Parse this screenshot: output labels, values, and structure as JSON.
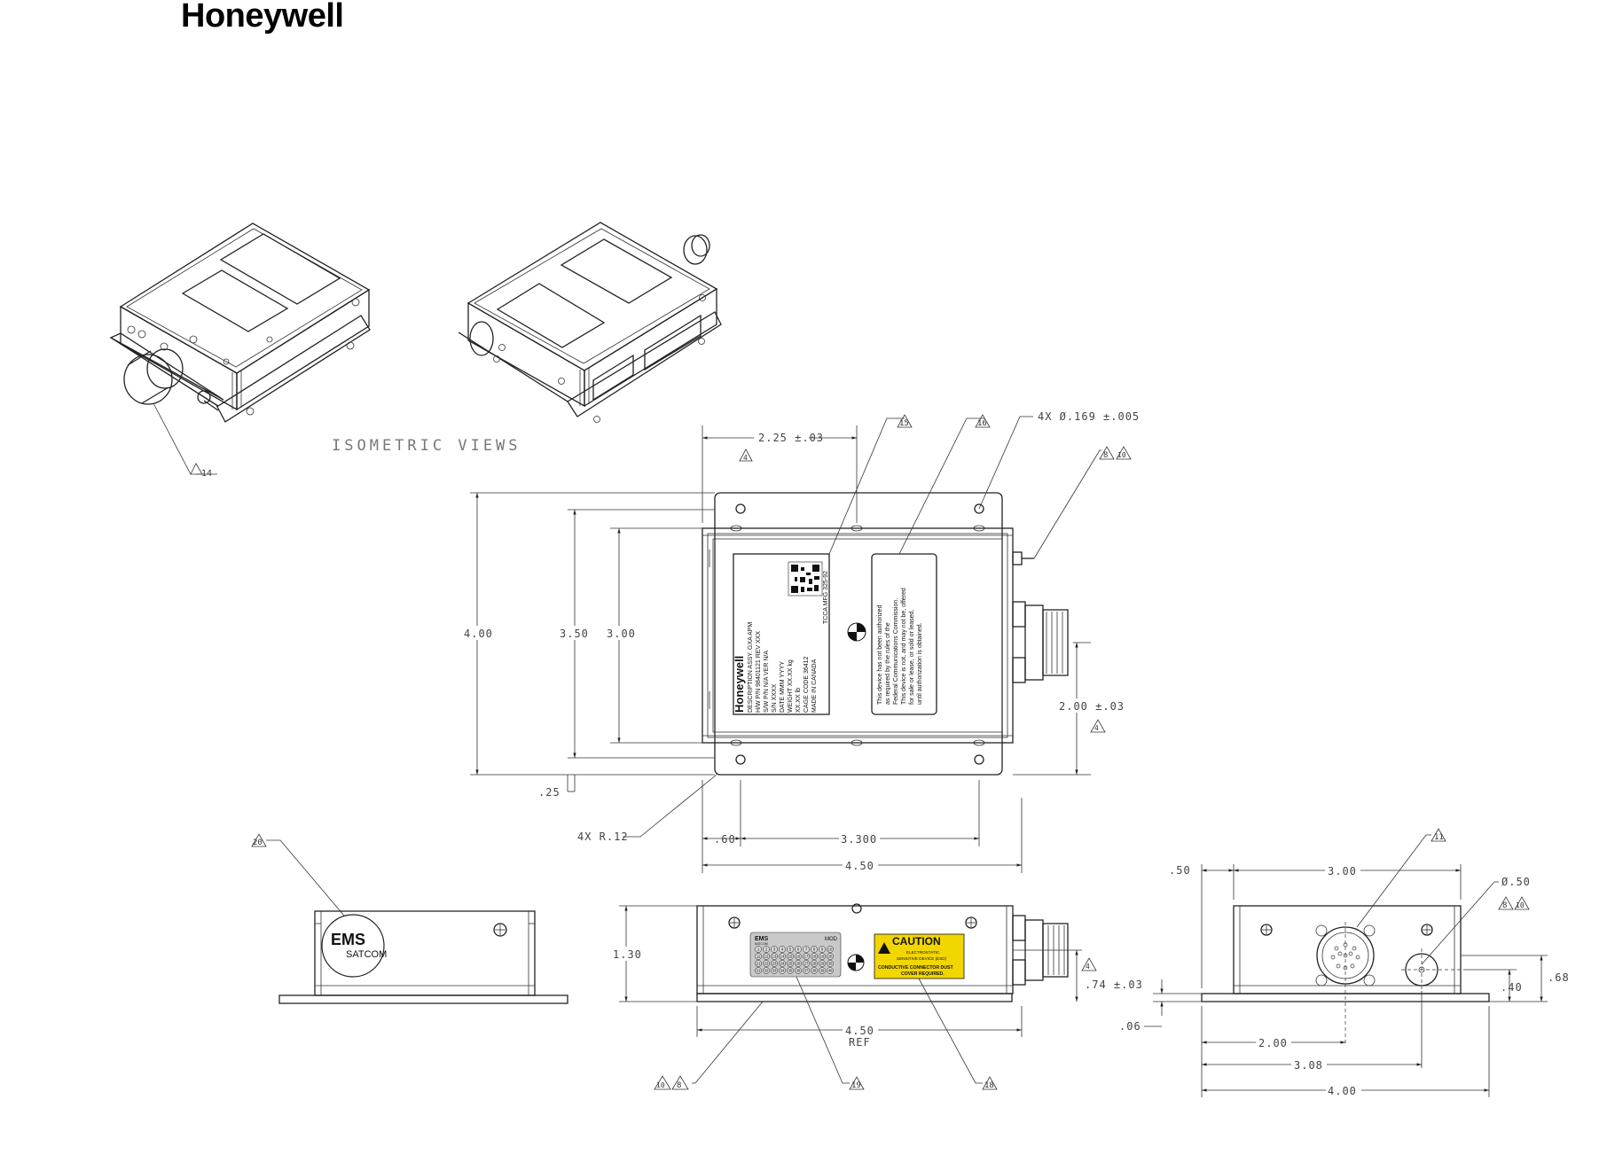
{
  "brand": {
    "logo_text": "Honeywell"
  },
  "views": {
    "isometric_title": "ISOMETRIC VIEWS"
  },
  "dimensions": {
    "d1": "2.25 ±.03",
    "d2": "4X  Ø.169 ±.005",
    "d3": "4.00",
    "d4": "3.50",
    "d5": "3.00",
    "d6": "2.00 ±.03",
    "d7": ".25",
    "d8": "4X R.12",
    "d9": ".60",
    "d10": "3.300",
    "d11": "4.50",
    "d12": "1.30",
    "d13": "4.50",
    "d14": "REF",
    "d15": ".74 ±.03",
    "d16": ".50",
    "d17": "3.00",
    "d18": "Ø.50",
    "d19": ".68",
    "d20": ".40",
    "d21": ".06",
    "d22": "2.00",
    "d23": "3.08",
    "d24": "4.00"
  },
  "flags": {
    "f14": "14",
    "f15": "15",
    "f16": "16",
    "f8a": "8",
    "f10a": "10",
    "f4a": "4",
    "f4b": "4",
    "f4c": "4",
    "f20": "20",
    "f11": "11",
    "f8b": "8",
    "f10b": "10",
    "f10c": "10",
    "f8c": "8",
    "f19": "19",
    "f18": "18"
  },
  "label_main": {
    "brand": "Honeywell",
    "rows": [
      "DESCRIPTION  ASSY. GXA APM",
      "H/W P/N    98401121           REV  XXX",
      "S/W P/N    N/A                VER  N/A",
      "S/N    XXXX",
      "DATE    MMM YYYY",
      "WEIGHT    XX.XX  kg",
      "             XX.XX  lb",
      "CAGE CODE    36412",
      "MADE IN CANADA"
    ],
    "side_text": "TCCA MFG 325-92"
  },
  "label_fcc": {
    "lines": [
      "This device has not been authorized",
      "as required by the rules of the",
      "Federal Communications Commission.",
      "This device is not, and may not be, offered",
      "for sale or lease, or sold or leased,",
      "until authorization is obtained."
    ]
  },
  "ems_logo": {
    "top": "EMS",
    "bottom": "SATCOM"
  },
  "mod_label": {
    "brand": "EMS",
    "sub": "SATCOM",
    "title": "MOD",
    "numbers": [
      "1",
      "2",
      "3",
      "4",
      "5",
      "6",
      "7",
      "8",
      "9",
      "10",
      "11",
      "12",
      "13",
      "14",
      "15",
      "16",
      "17",
      "18",
      "19",
      "20",
      "21",
      "22",
      "23",
      "24",
      "25",
      "26",
      "27",
      "28",
      "29",
      "30",
      "31",
      "32",
      "33",
      "34",
      "35",
      "36",
      "37",
      "38",
      "39",
      "40"
    ]
  },
  "caution": {
    "title": "CAUTION",
    "lines": [
      "ELECTROSTATIC",
      "SENSITIVE DEVICE (ESD)",
      "CONDUCTIVE CONNECTOR DUST",
      "COVER REQUIRED."
    ]
  },
  "colors": {
    "caution_bg": "#f2d600",
    "label_grey": "#c8c8c8"
  }
}
